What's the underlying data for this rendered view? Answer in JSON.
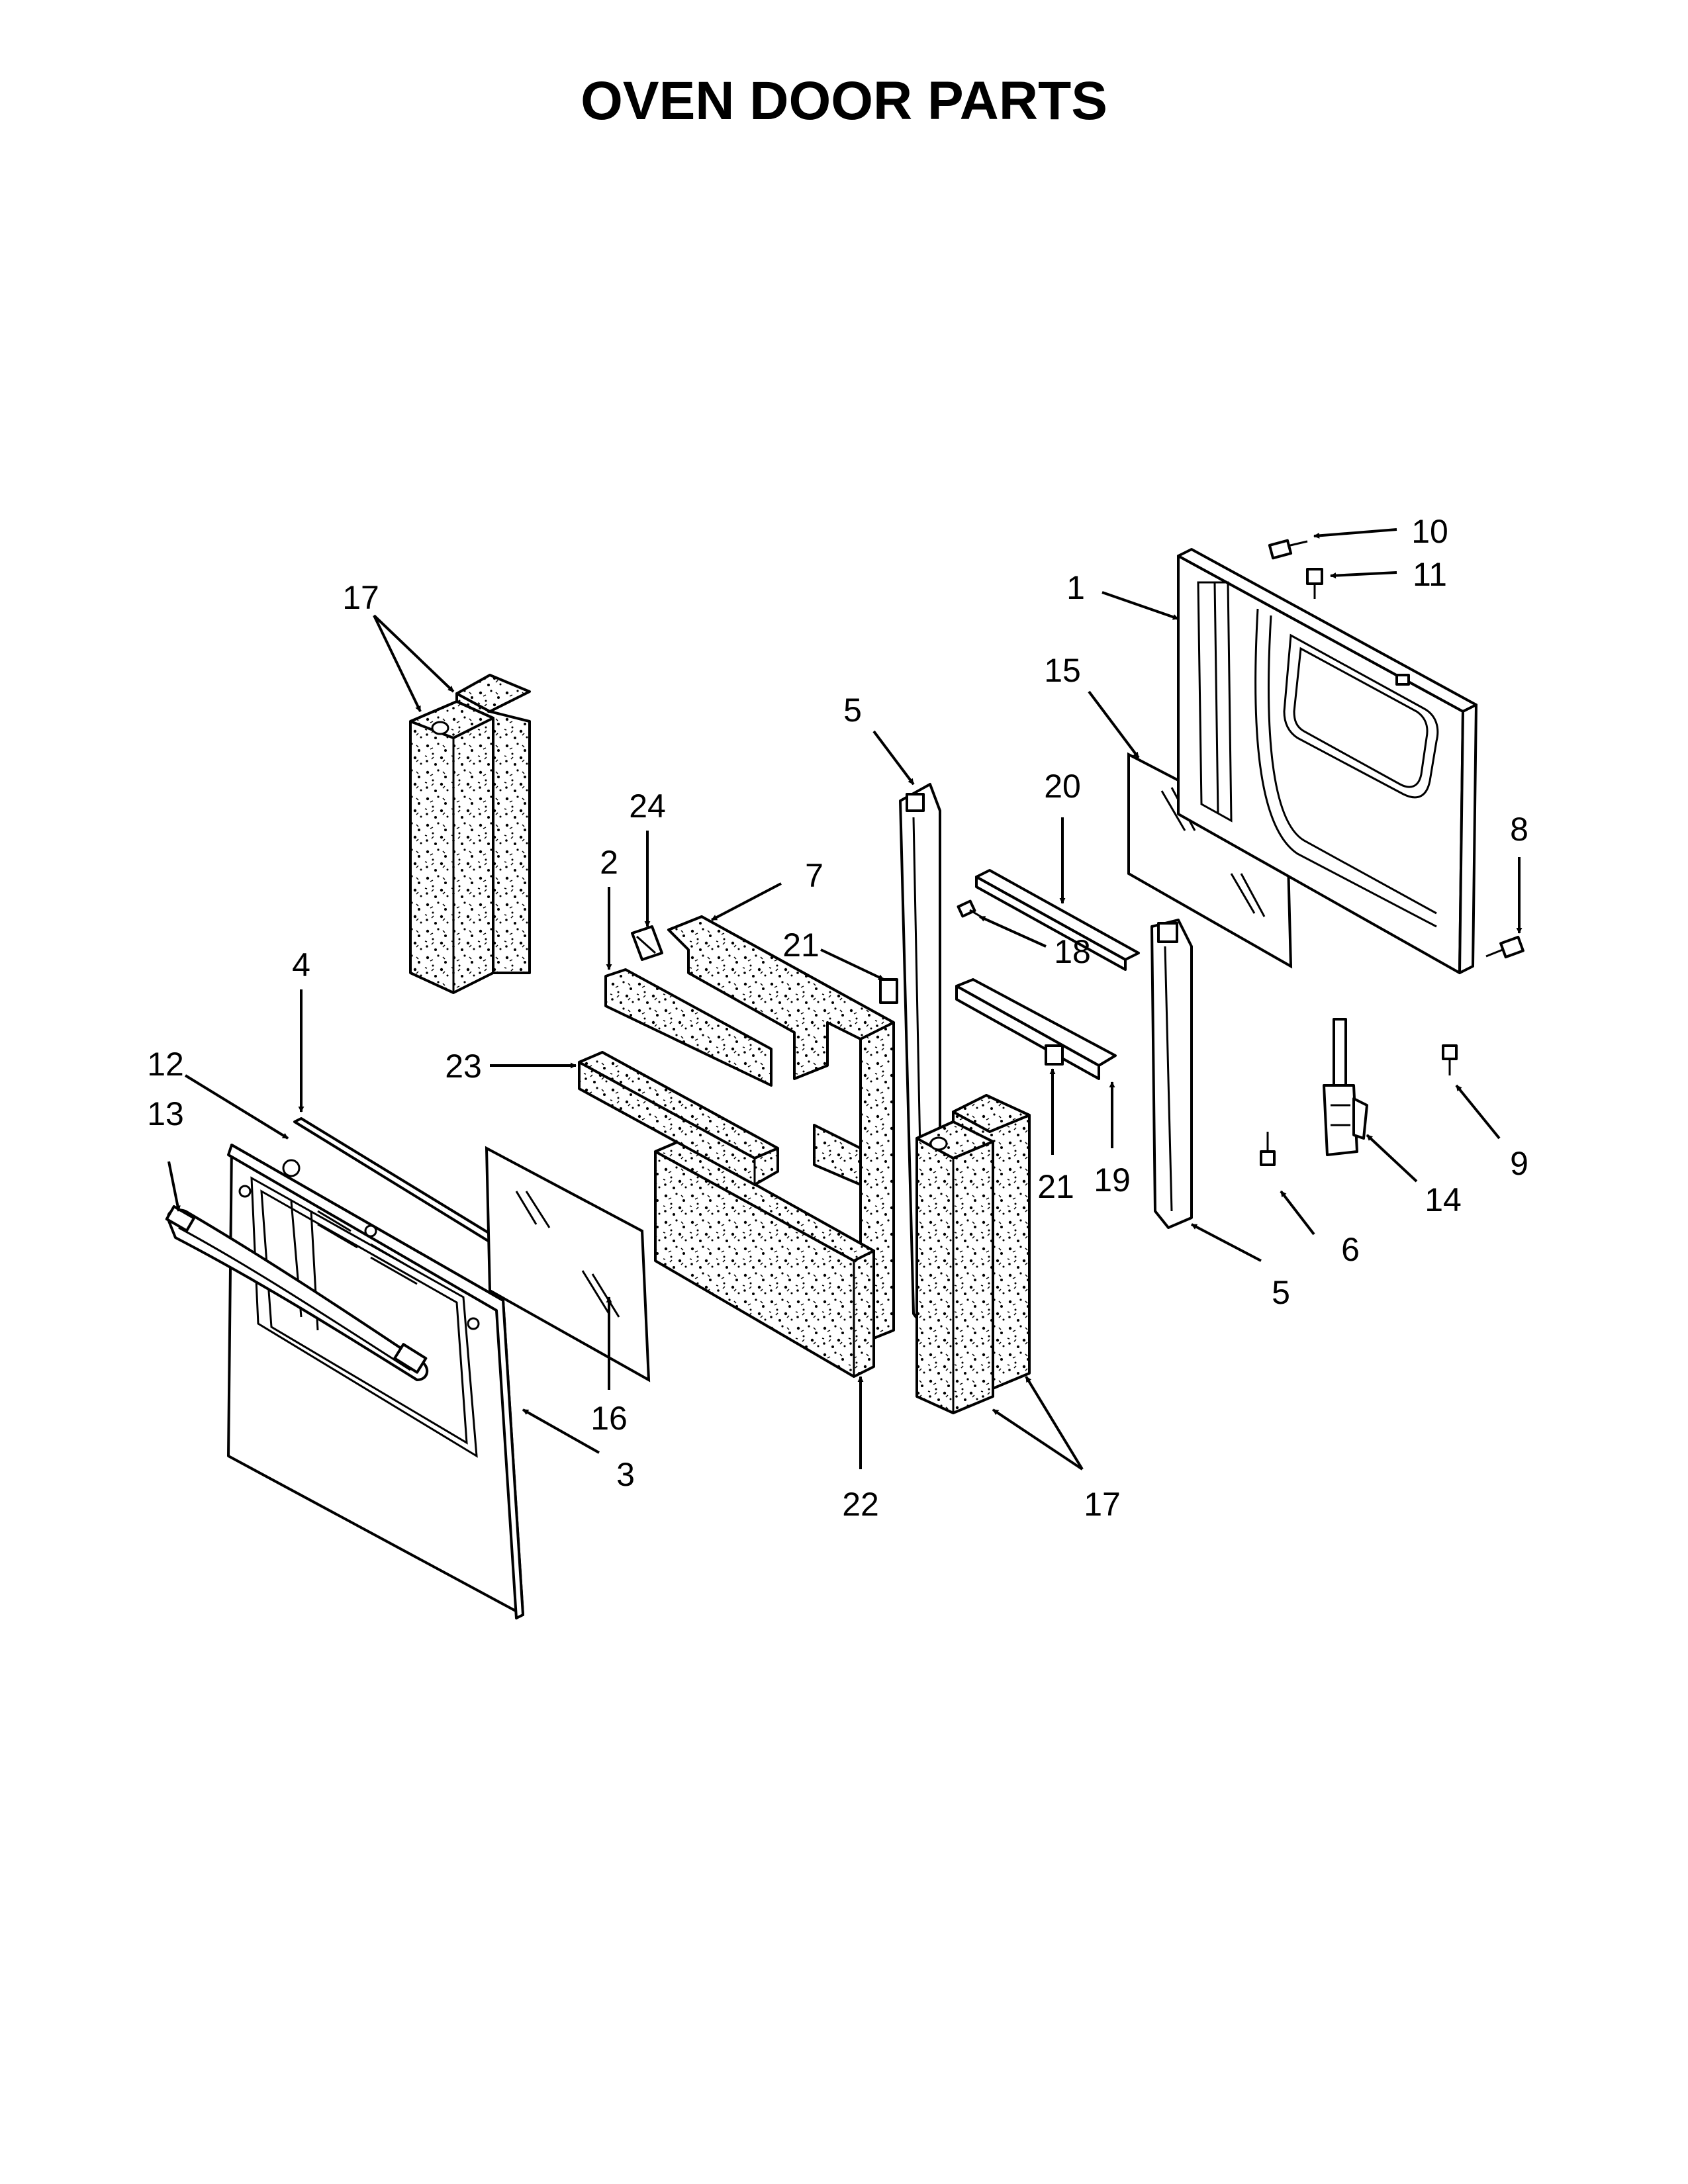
{
  "title": "OVEN DOOR PARTS",
  "callouts": [
    {
      "id": "1",
      "label": "1"
    },
    {
      "id": "2",
      "label": "2"
    },
    {
      "id": "3",
      "label": "3"
    },
    {
      "id": "4",
      "label": "4"
    },
    {
      "id": "5a",
      "label": "5"
    },
    {
      "id": "5b",
      "label": "5"
    },
    {
      "id": "6",
      "label": "6"
    },
    {
      "id": "7",
      "label": "7"
    },
    {
      "id": "8",
      "label": "8"
    },
    {
      "id": "9",
      "label": "9"
    },
    {
      "id": "10",
      "label": "10"
    },
    {
      "id": "11",
      "label": "11"
    },
    {
      "id": "12",
      "label": "12"
    },
    {
      "id": "13",
      "label": "13"
    },
    {
      "id": "14",
      "label": "14"
    },
    {
      "id": "15",
      "label": "15"
    },
    {
      "id": "16",
      "label": "16"
    },
    {
      "id": "17a",
      "label": "17"
    },
    {
      "id": "17b",
      "label": "17"
    },
    {
      "id": "18",
      "label": "18"
    },
    {
      "id": "19",
      "label": "19"
    },
    {
      "id": "20",
      "label": "20"
    },
    {
      "id": "21a",
      "label": "21"
    },
    {
      "id": "21b",
      "label": "21"
    },
    {
      "id": "22",
      "label": "22"
    },
    {
      "id": "23",
      "label": "23"
    },
    {
      "id": "24",
      "label": "24"
    }
  ]
}
